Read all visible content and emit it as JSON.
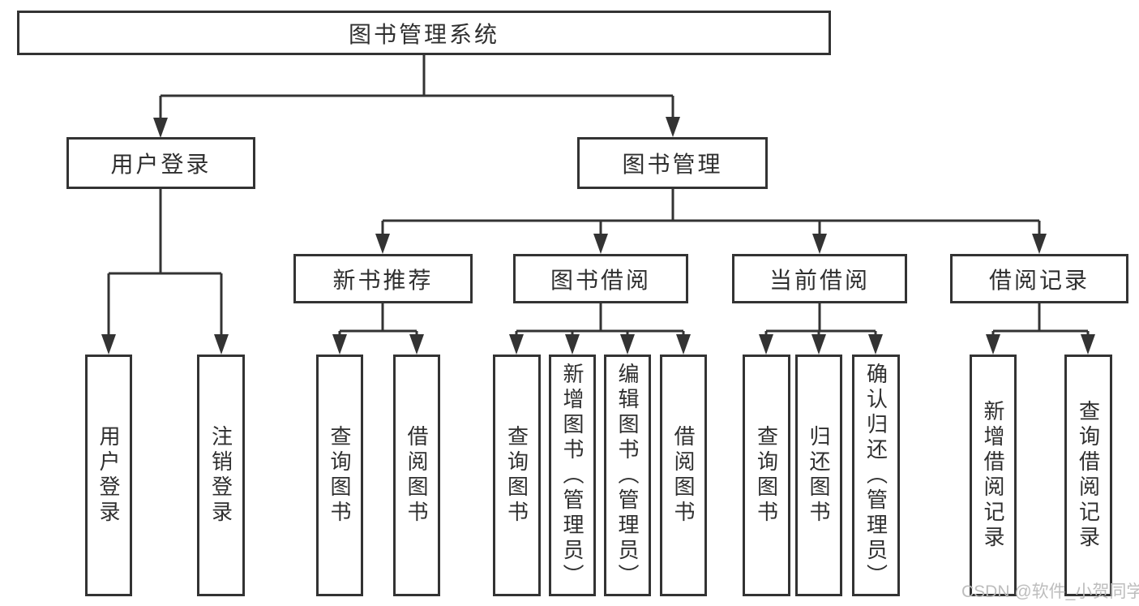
{
  "diagram": {
    "root": {
      "label": "图书管理系统"
    },
    "level2": {
      "user_login": {
        "label": "用户登录"
      },
      "book_management": {
        "label": "图书管理"
      }
    },
    "level3": {
      "new_book_recommend": {
        "label": "新书推荐"
      },
      "book_borrow": {
        "label": "图书借阅"
      },
      "current_borrow": {
        "label": "当前借阅"
      },
      "borrow_records": {
        "label": "借阅记录"
      }
    },
    "leaves": {
      "login": {
        "label": "用户登录"
      },
      "logout": {
        "label": "注销登录"
      },
      "recommend_query": {
        "label": "查询图书"
      },
      "recommend_borrow": {
        "label": "借阅图书"
      },
      "borrow_query": {
        "label": "查询图书"
      },
      "borrow_add": {
        "label": "新增图书（管理员）"
      },
      "borrow_edit": {
        "label": "编辑图书（管理员）"
      },
      "borrow_borrow": {
        "label": "借阅图书"
      },
      "current_query": {
        "label": "查询图书"
      },
      "current_return": {
        "label": "归还图书"
      },
      "current_confirm": {
        "label": "确认归还（管理员）"
      },
      "records_add": {
        "label": "新增借阅记录"
      },
      "records_query": {
        "label": "查询借阅记录"
      }
    },
    "structure": {
      "图书管理系统": {
        "用户登录": [
          "用户登录",
          "注销登录"
        ],
        "图书管理": {
          "新书推荐": [
            "查询图书",
            "借阅图书"
          ],
          "图书借阅": [
            "查询图书",
            "新增图书（管理员）",
            "编辑图书（管理员）",
            "借阅图书"
          ],
          "当前借阅": [
            "查询图书",
            "归还图书",
            "确认归还（管理员）"
          ],
          "借阅记录": [
            "新增借阅记录",
            "查询借阅记录"
          ]
        }
      }
    }
  },
  "watermark": {
    "text": "CSDN @软件_小贺同学",
    "color": "#b9b9b9"
  },
  "colors": {
    "line": "#333333",
    "text": "#2f2f2f",
    "box_background": "#ffffff",
    "page_background": "#ffffff"
  }
}
